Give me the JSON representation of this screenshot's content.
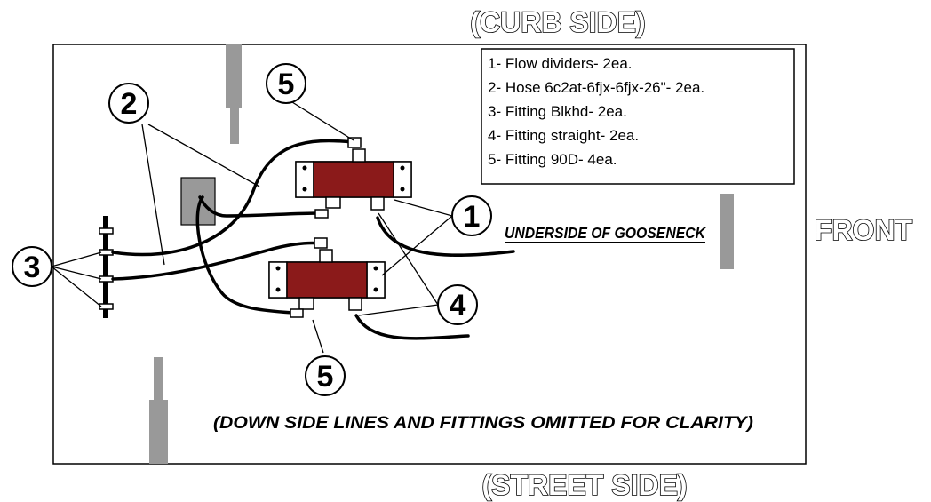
{
  "labels": {
    "curb_side": "(CURB SIDE)",
    "street_side": "(STREET SIDE)",
    "front": "FRONT",
    "underside": "UNDERSIDE OF GOOSENECK",
    "note": "(DOWN SIDE LINES AND FITTINGS OMITTED FOR CLARITY)"
  },
  "legend": {
    "items": [
      "1- Flow dividers- 2ea.",
      "2- Hose 6c2at-6fjx-6fjx-26\"- 2ea.",
      "3- Fitting Blkhd- 2ea.",
      "4- Fitting straight- 2ea.",
      "5- Fitting 90D- 4ea."
    ]
  },
  "callouts": {
    "c1": "1",
    "c2": "2",
    "c3": "3",
    "c4": "4",
    "c5_top": "5",
    "c5_bottom": "5"
  },
  "colors": {
    "flow_divider": "#8b1a1a",
    "post_gray": "#999999",
    "outline": "#000000"
  }
}
